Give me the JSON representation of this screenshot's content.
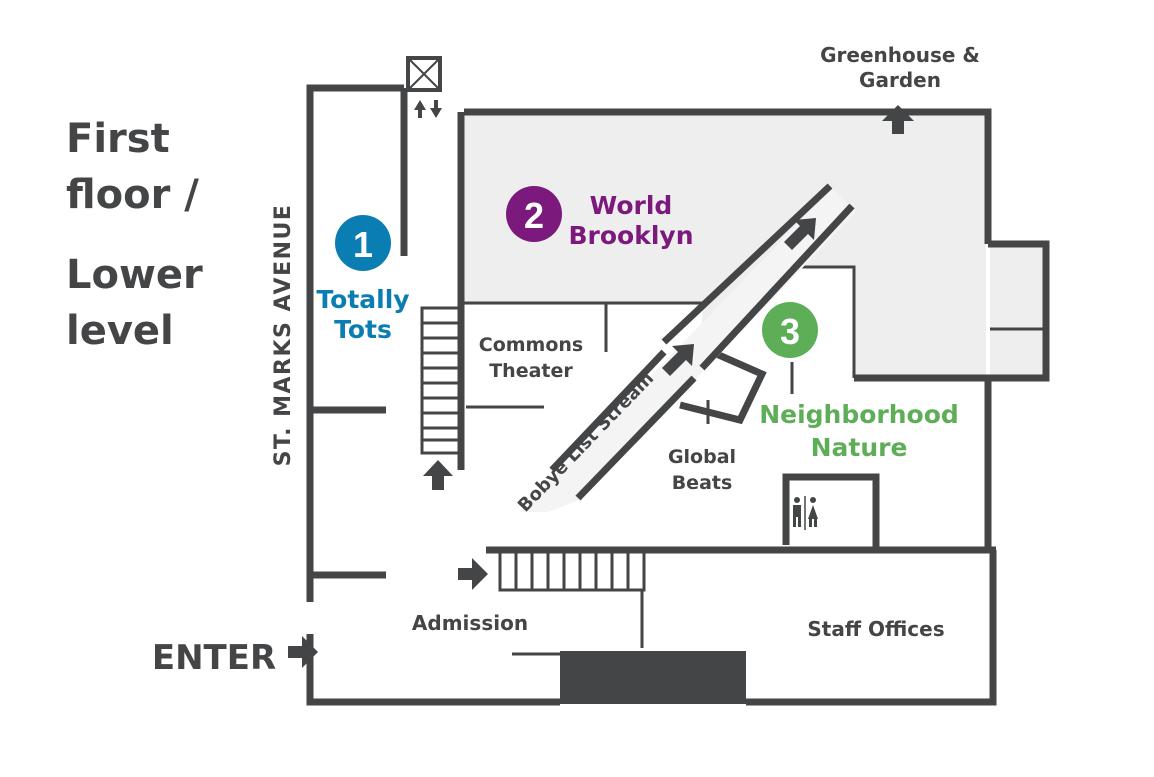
{
  "title_lines": [
    "First",
    "floor /",
    "Lower",
    "level"
  ],
  "street": "ST. MARKS AVENUE",
  "enter": "ENTER",
  "exhibits": [
    {
      "number": "1",
      "name_lines": [
        "Totally",
        "Tots"
      ],
      "color": "#0A7DB3"
    },
    {
      "number": "2",
      "name_lines": [
        "World",
        "Brooklyn"
      ],
      "color": "#7B1A7C"
    },
    {
      "number": "3",
      "name_lines": [
        "Neighborhood",
        "Nature"
      ],
      "color": "#5DAE57"
    }
  ],
  "rooms": {
    "greenhouse_lines": [
      "Greenhouse &",
      "Garden"
    ],
    "commons_lines": [
      "Commons",
      "Theater"
    ],
    "stream": "Bobye List Stream",
    "global_lines": [
      "Global",
      "Beats"
    ],
    "admission": "Admission",
    "staff": "Staff Offices"
  },
  "icons": {
    "elevator": "elevator-icon",
    "restroom": "restroom-icon",
    "arrow": "arrow-icon"
  },
  "colors": {
    "wall": "#444547",
    "exhibit_area": "#EEEEEE"
  }
}
